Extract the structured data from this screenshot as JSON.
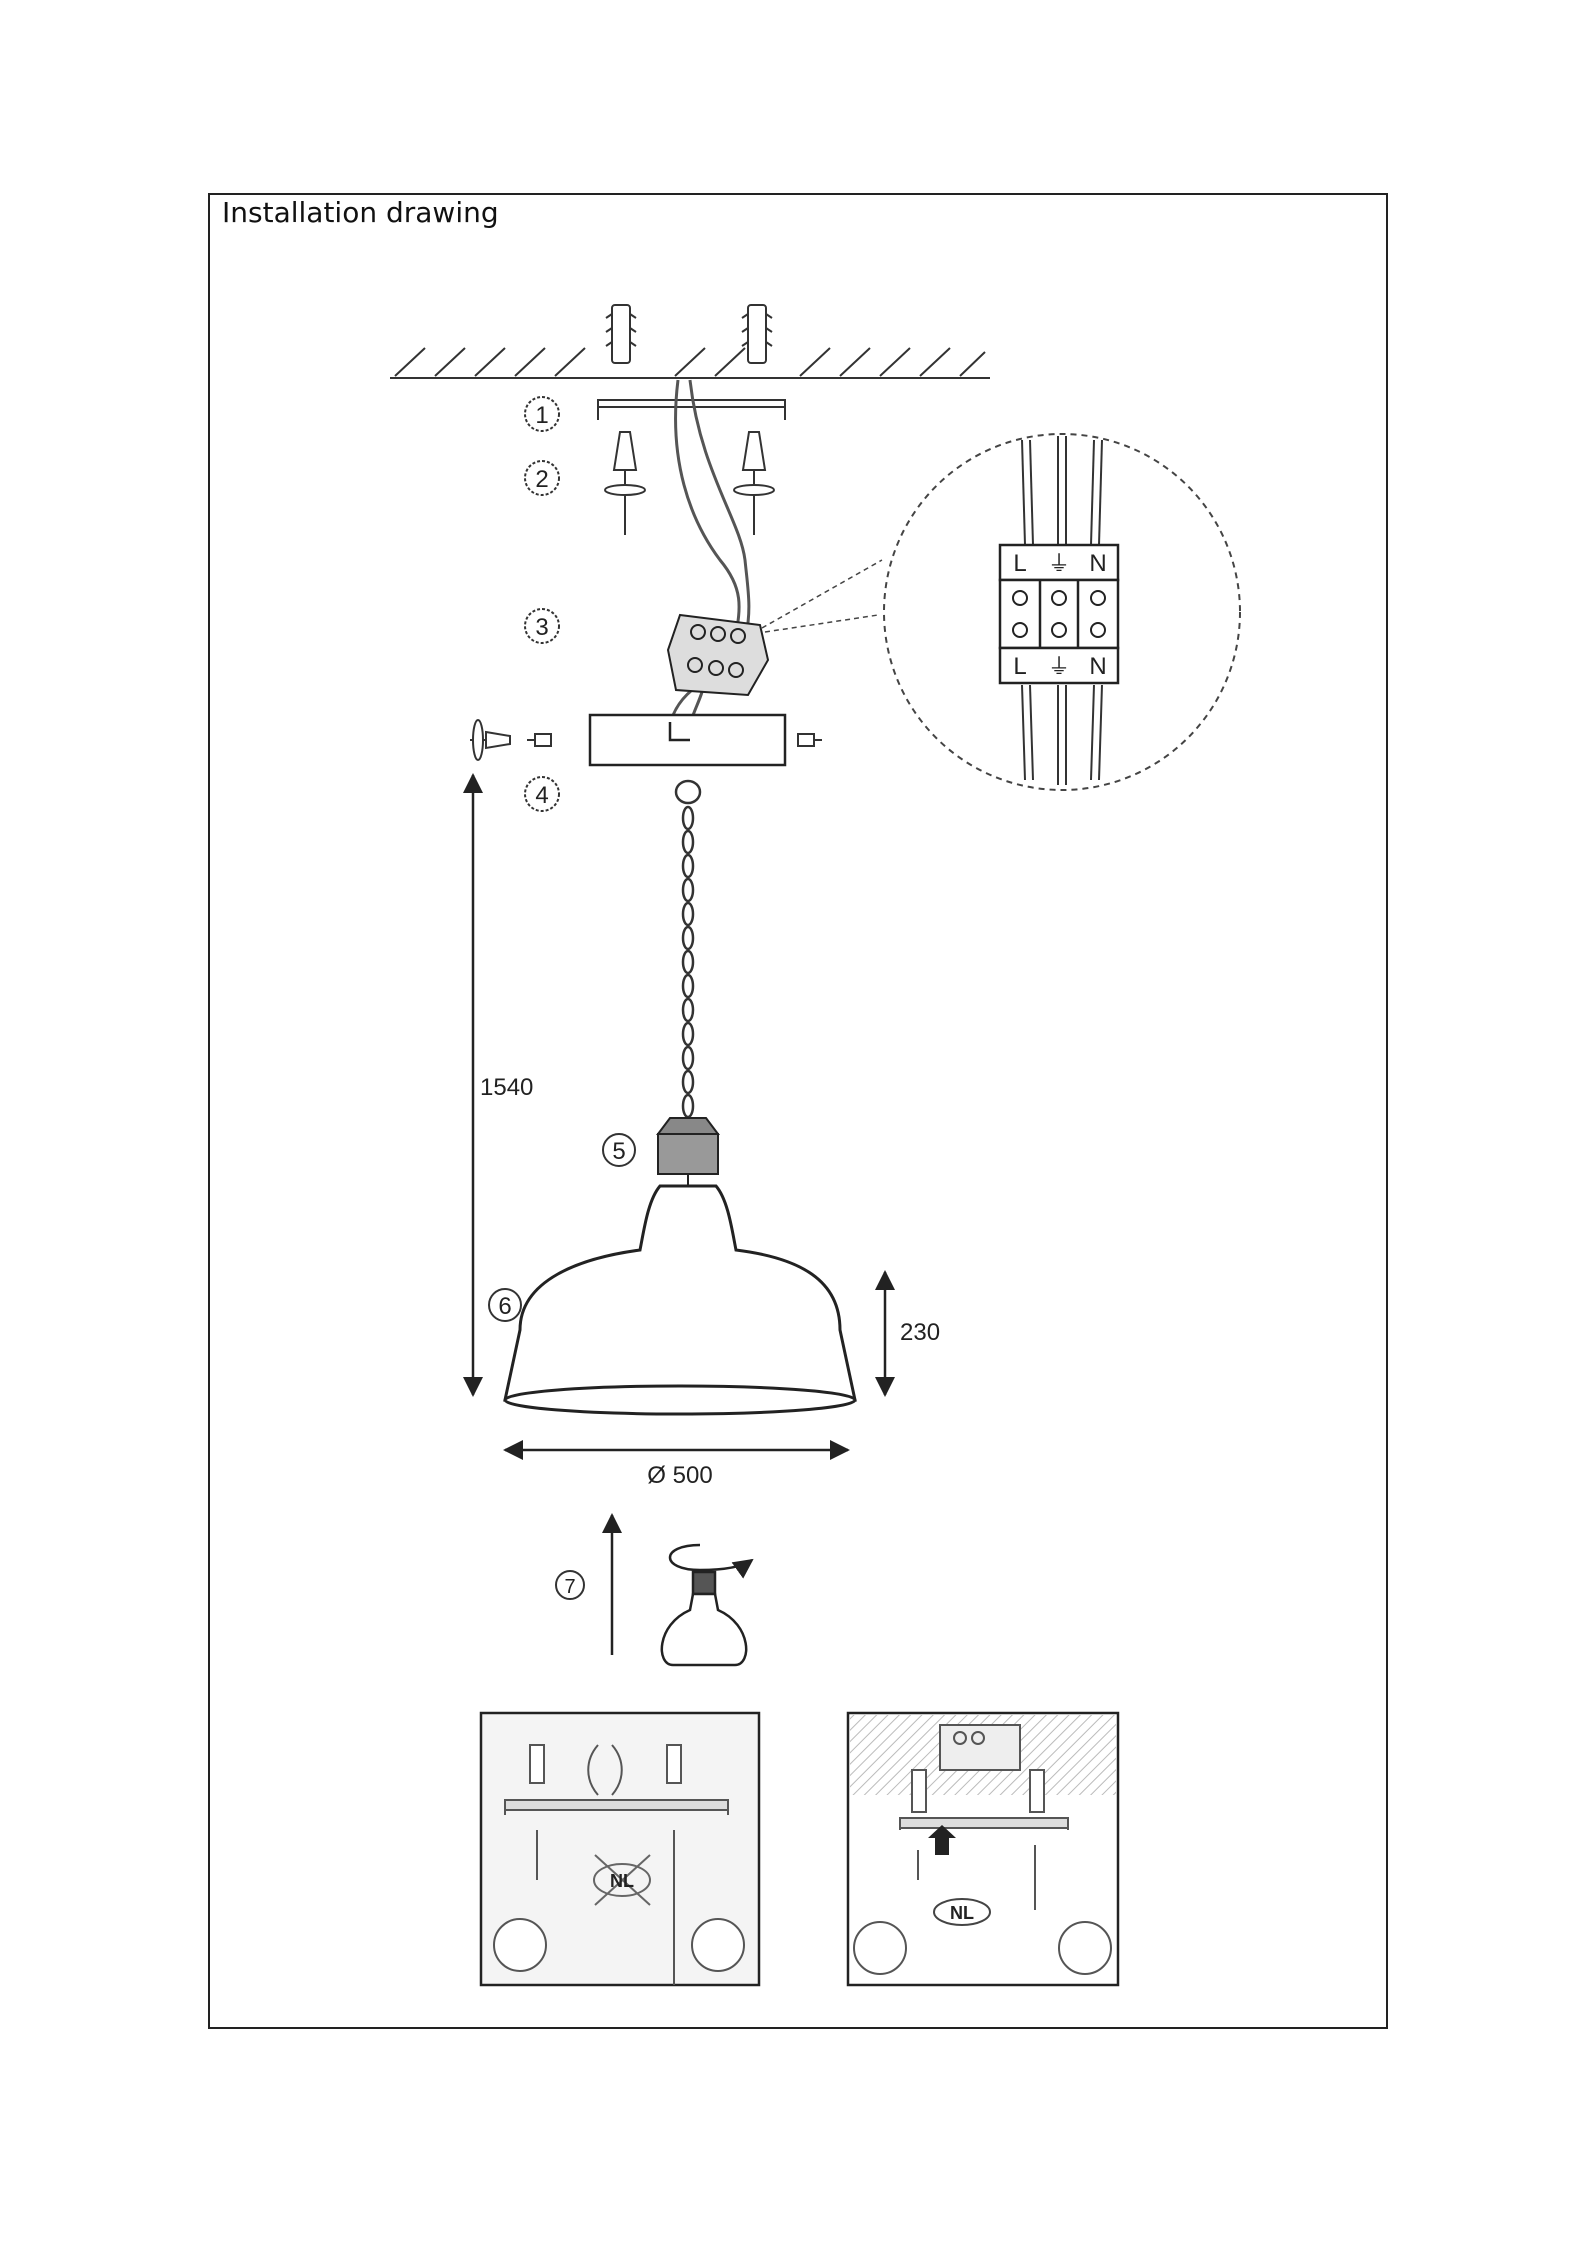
{
  "title": "Installation drawing",
  "steps": [
    "1",
    "2",
    "3",
    "4",
    "5",
    "6",
    "7"
  ],
  "terminal": {
    "top": [
      "L",
      "⏚",
      "N"
    ],
    "bottom": [
      "L",
      "⏚",
      "N"
    ]
  },
  "dimensions": {
    "drop": "1540",
    "shade_height": "230",
    "diameter": "Ø 500"
  },
  "inset_badges": [
    "NL",
    "NL"
  ]
}
